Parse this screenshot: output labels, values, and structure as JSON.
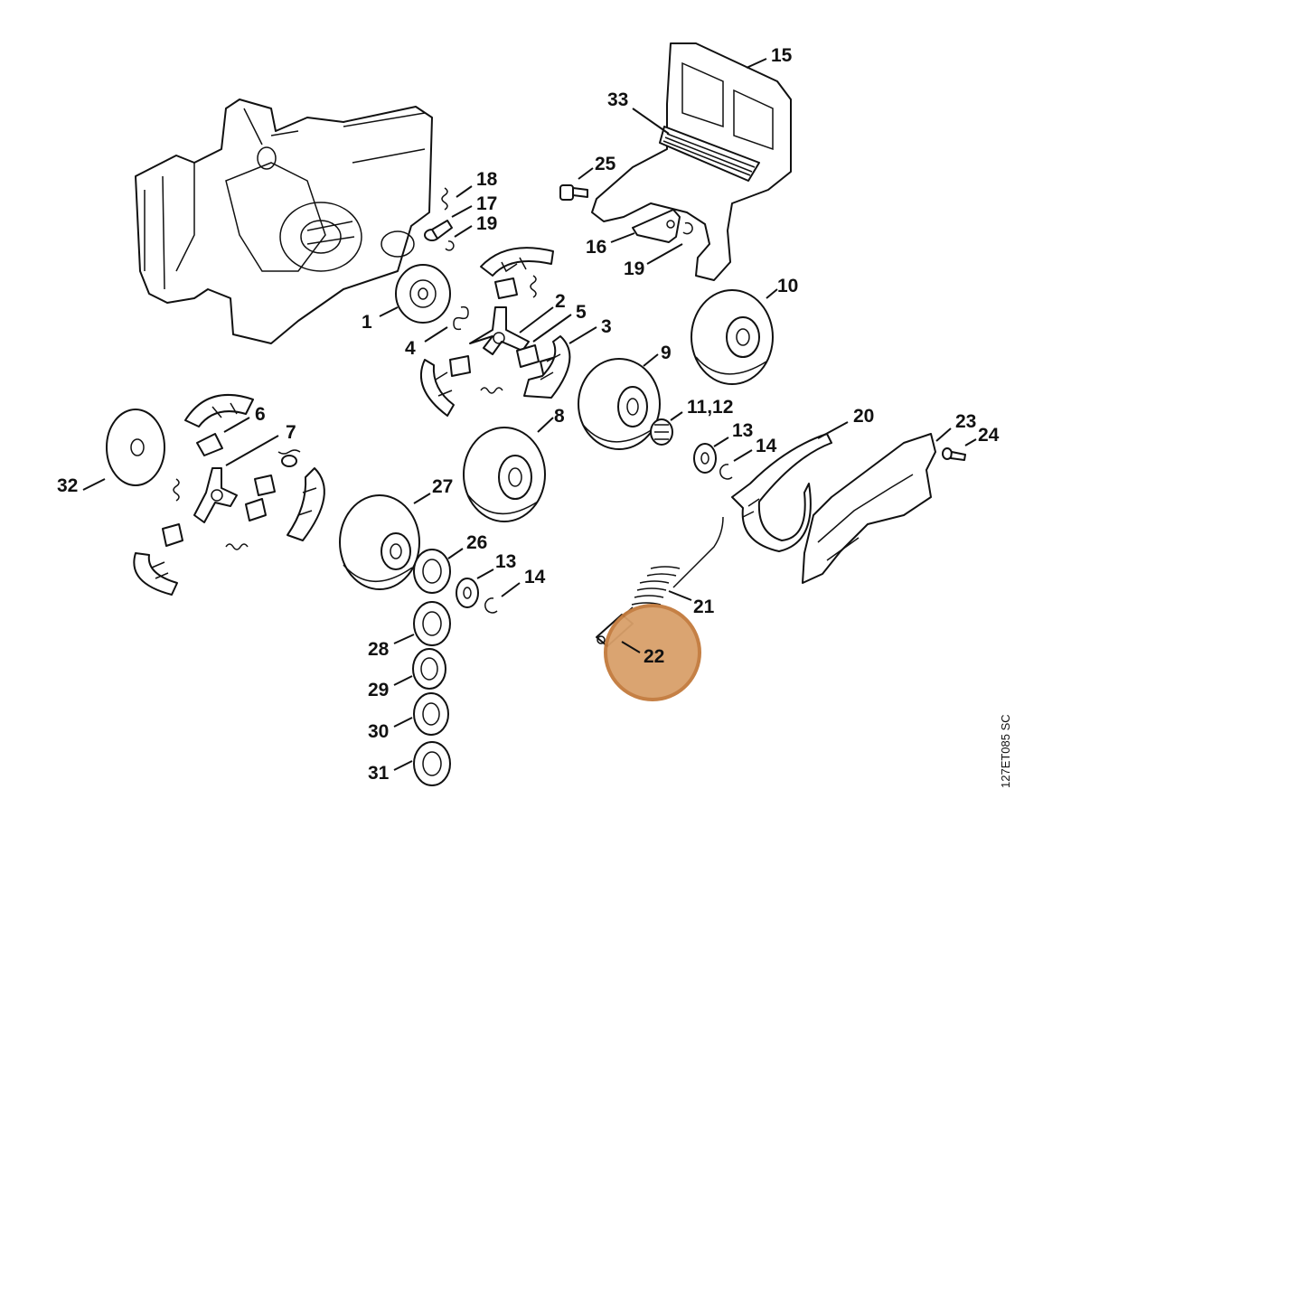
{
  "highlight": {
    "label": "22",
    "fill": "#d9a06a",
    "stroke": "#c27a3c"
  },
  "drawing_code": "127ET085 SC",
  "callouts": [
    {
      "id": "c1",
      "text": "1"
    },
    {
      "id": "c2",
      "text": "2"
    },
    {
      "id": "c3",
      "text": "3"
    },
    {
      "id": "c4",
      "text": "4"
    },
    {
      "id": "c5",
      "text": "5"
    },
    {
      "id": "c6",
      "text": "6"
    },
    {
      "id": "c7",
      "text": "7"
    },
    {
      "id": "c8",
      "text": "8"
    },
    {
      "id": "c9",
      "text": "9"
    },
    {
      "id": "c10",
      "text": "10"
    },
    {
      "id": "c11",
      "text": "11,12"
    },
    {
      "id": "c13a",
      "text": "13"
    },
    {
      "id": "c13b",
      "text": "13"
    },
    {
      "id": "c14a",
      "text": "14"
    },
    {
      "id": "c14b",
      "text": "14"
    },
    {
      "id": "c15",
      "text": "15"
    },
    {
      "id": "c16",
      "text": "16"
    },
    {
      "id": "c17",
      "text": "17"
    },
    {
      "id": "c18",
      "text": "18"
    },
    {
      "id": "c19a",
      "text": "19"
    },
    {
      "id": "c19b",
      "text": "19"
    },
    {
      "id": "c20",
      "text": "20"
    },
    {
      "id": "c21",
      "text": "21"
    },
    {
      "id": "c23",
      "text": "23"
    },
    {
      "id": "c24",
      "text": "24"
    },
    {
      "id": "c25",
      "text": "25"
    },
    {
      "id": "c26",
      "text": "26"
    },
    {
      "id": "c27",
      "text": "27"
    },
    {
      "id": "c28",
      "text": "28"
    },
    {
      "id": "c29",
      "text": "29"
    },
    {
      "id": "c30",
      "text": "30"
    },
    {
      "id": "c31",
      "text": "31"
    },
    {
      "id": "c32",
      "text": "32"
    },
    {
      "id": "c33",
      "text": "33"
    }
  ]
}
